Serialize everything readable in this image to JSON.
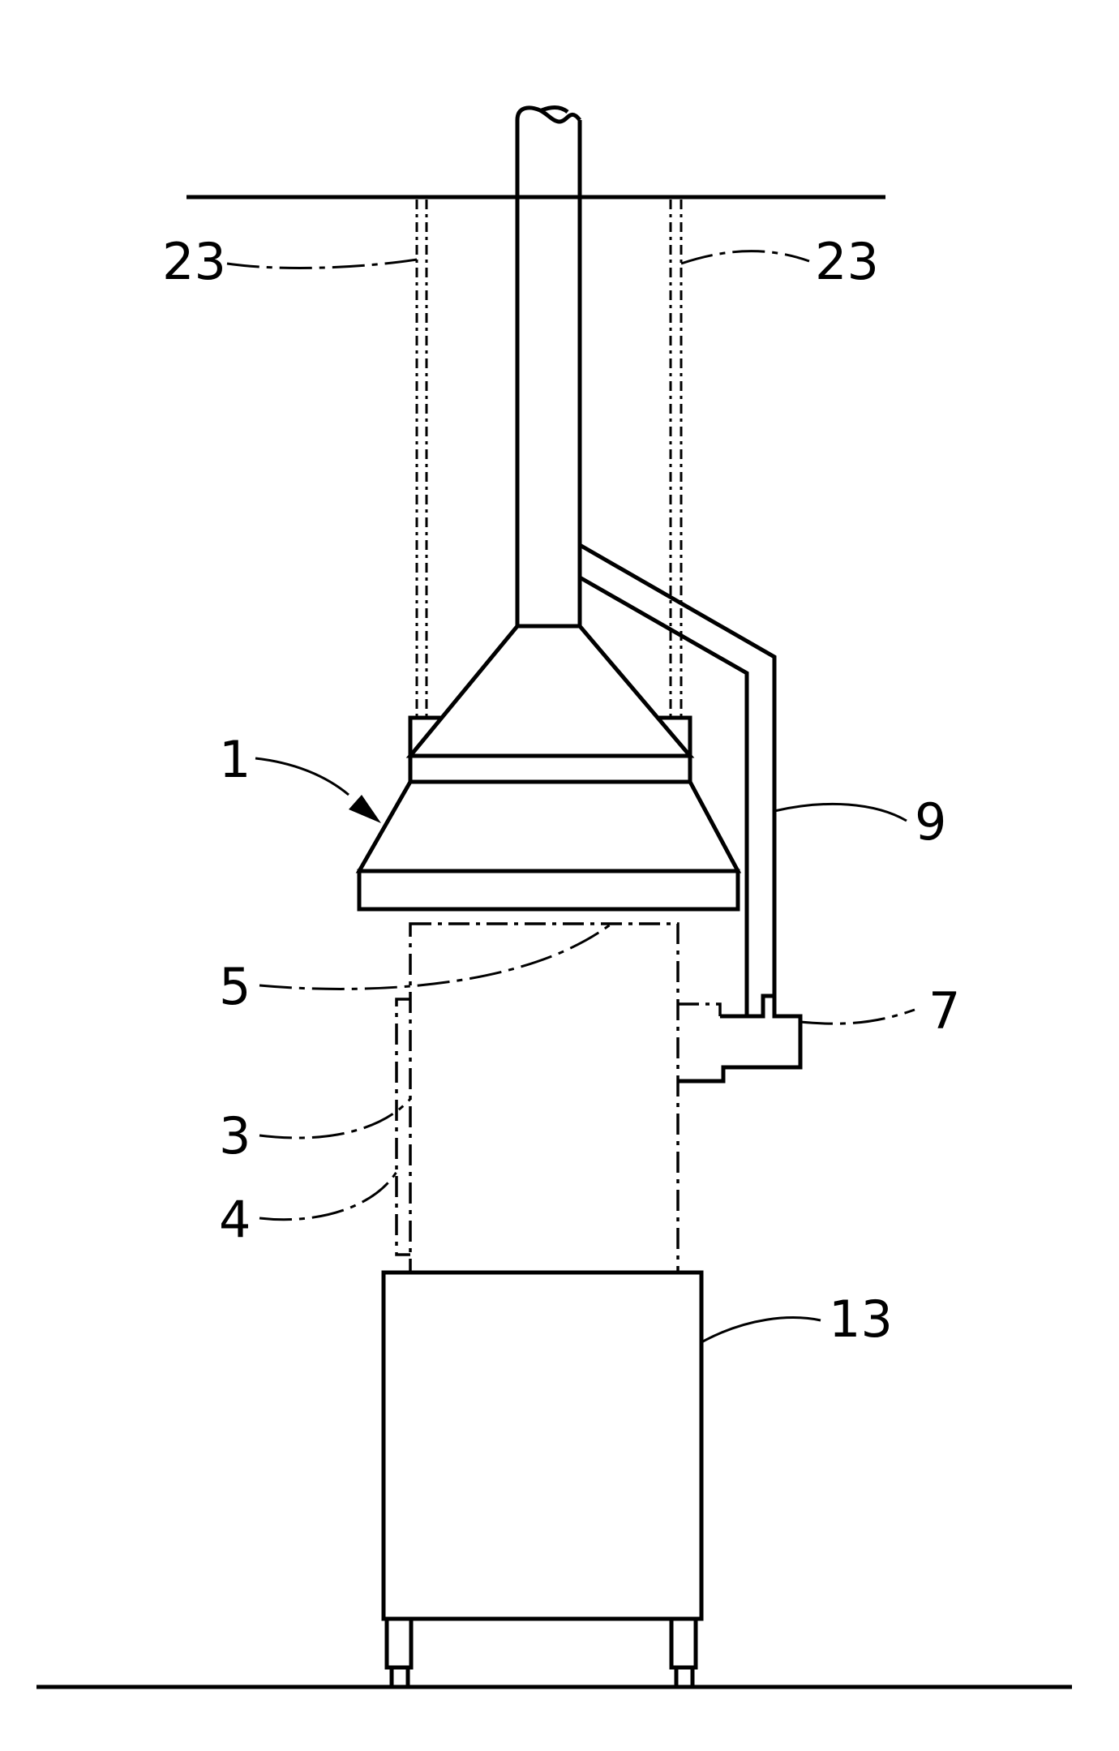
{
  "figure": {
    "labels": {
      "hood": "1",
      "cabinet_door_edge": "3",
      "door_handle": "4",
      "cabinet_top": "5",
      "port_block": "7",
      "connecting_pipe": "9",
      "base_unit": "13",
      "suspension_left": "23",
      "suspension_right": "23"
    }
  }
}
